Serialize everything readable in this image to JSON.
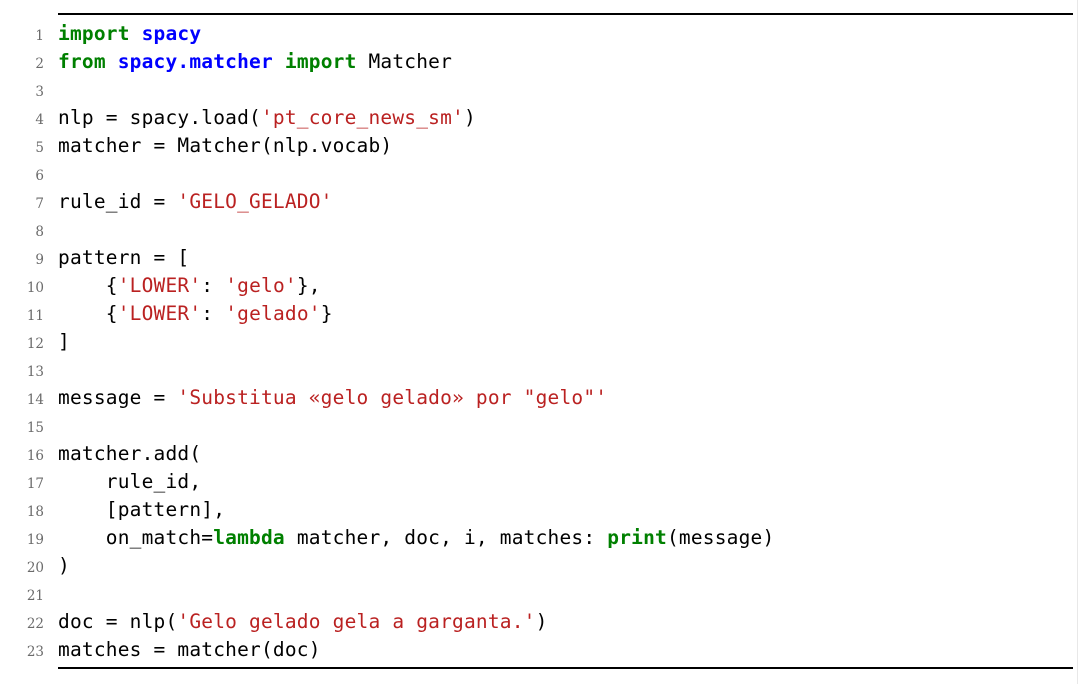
{
  "listing": {
    "language": "python",
    "rules": {
      "top_visible": true,
      "bottom_visible": true
    },
    "colors": {
      "keyword": "#008000",
      "module": "#0000ff",
      "string": "#ba2121",
      "plain": "#000000",
      "lineno": "#6b6b6b",
      "rule": "#000000",
      "background": "#ffffff"
    },
    "lines": [
      {
        "number": "1",
        "tokens": [
          {
            "t": "import",
            "c": "kw"
          },
          {
            "t": " ",
            "c": "plain"
          },
          {
            "t": "spacy",
            "c": "mod"
          }
        ]
      },
      {
        "number": "2",
        "tokens": [
          {
            "t": "from",
            "c": "kw"
          },
          {
            "t": " ",
            "c": "plain"
          },
          {
            "t": "spacy.matcher",
            "c": "mod"
          },
          {
            "t": " ",
            "c": "plain"
          },
          {
            "t": "import",
            "c": "kw"
          },
          {
            "t": " Matcher",
            "c": "plain"
          }
        ]
      },
      {
        "number": "3",
        "tokens": []
      },
      {
        "number": "4",
        "tokens": [
          {
            "t": "nlp = spacy.load(",
            "c": "plain"
          },
          {
            "t": "'pt_core_news_sm'",
            "c": "str"
          },
          {
            "t": ")",
            "c": "plain"
          }
        ]
      },
      {
        "number": "5",
        "tokens": [
          {
            "t": "matcher = Matcher(nlp.vocab)",
            "c": "plain"
          }
        ]
      },
      {
        "number": "6",
        "tokens": []
      },
      {
        "number": "7",
        "tokens": [
          {
            "t": "rule_id = ",
            "c": "plain"
          },
          {
            "t": "'GELO_GELADO'",
            "c": "str"
          }
        ]
      },
      {
        "number": "8",
        "tokens": []
      },
      {
        "number": "9",
        "tokens": [
          {
            "t": "pattern = [",
            "c": "plain"
          }
        ]
      },
      {
        "number": "10",
        "tokens": [
          {
            "t": "    {",
            "c": "plain"
          },
          {
            "t": "'LOWER'",
            "c": "str"
          },
          {
            "t": ": ",
            "c": "plain"
          },
          {
            "t": "'gelo'",
            "c": "str"
          },
          {
            "t": "},",
            "c": "plain"
          }
        ]
      },
      {
        "number": "11",
        "tokens": [
          {
            "t": "    {",
            "c": "plain"
          },
          {
            "t": "'LOWER'",
            "c": "str"
          },
          {
            "t": ": ",
            "c": "plain"
          },
          {
            "t": "'gelado'",
            "c": "str"
          },
          {
            "t": "}",
            "c": "plain"
          }
        ]
      },
      {
        "number": "12",
        "tokens": [
          {
            "t": "]",
            "c": "plain"
          }
        ]
      },
      {
        "number": "13",
        "tokens": []
      },
      {
        "number": "14",
        "tokens": [
          {
            "t": "message = ",
            "c": "plain"
          },
          {
            "t": "'Substitua «gelo gelado» por \"gelo\"'",
            "c": "str"
          }
        ]
      },
      {
        "number": "15",
        "tokens": []
      },
      {
        "number": "16",
        "tokens": [
          {
            "t": "matcher.add(",
            "c": "plain"
          }
        ]
      },
      {
        "number": "17",
        "tokens": [
          {
            "t": "    rule_id,",
            "c": "plain"
          }
        ]
      },
      {
        "number": "18",
        "tokens": [
          {
            "t": "    [pattern],",
            "c": "plain"
          }
        ]
      },
      {
        "number": "19",
        "tokens": [
          {
            "t": "    on_match=",
            "c": "plain"
          },
          {
            "t": "lambda",
            "c": "kw"
          },
          {
            "t": " matcher, doc, i, matches: ",
            "c": "plain"
          },
          {
            "t": "print",
            "c": "kw"
          },
          {
            "t": "(message)",
            "c": "plain"
          }
        ]
      },
      {
        "number": "20",
        "tokens": [
          {
            "t": ")",
            "c": "plain"
          }
        ]
      },
      {
        "number": "21",
        "tokens": []
      },
      {
        "number": "22",
        "tokens": [
          {
            "t": "doc = nlp(",
            "c": "plain"
          },
          {
            "t": "'Gelo gelado gela a garganta.'",
            "c": "str"
          },
          {
            "t": ")",
            "c": "plain"
          }
        ]
      },
      {
        "number": "23",
        "tokens": [
          {
            "t": "matches = matcher(doc)",
            "c": "plain"
          }
        ]
      }
    ]
  }
}
